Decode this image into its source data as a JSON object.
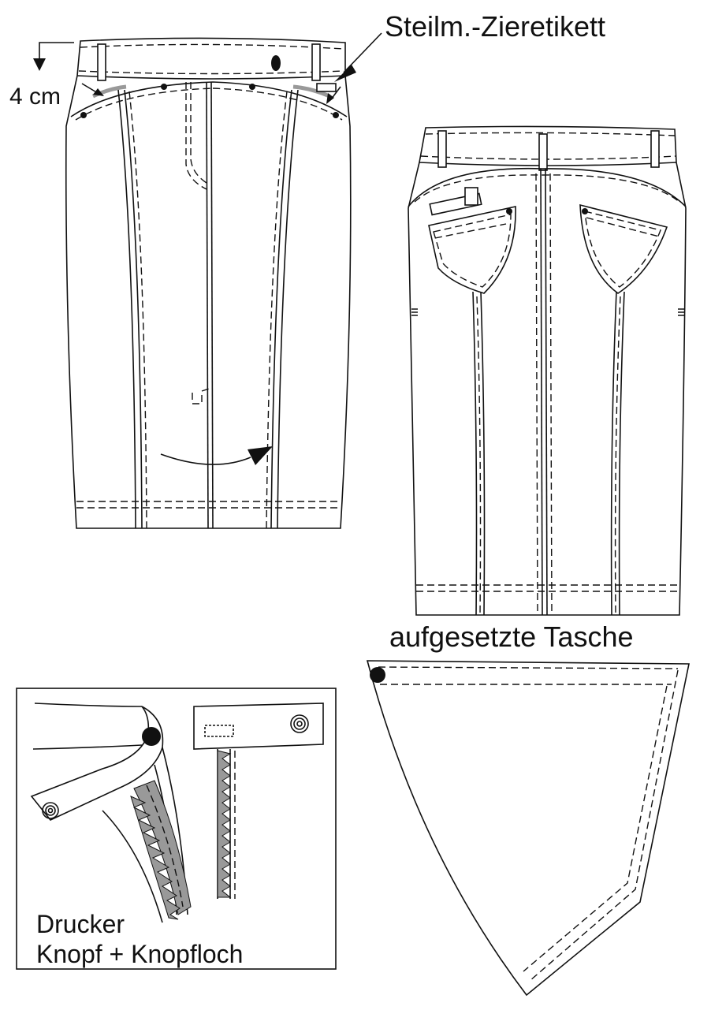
{
  "labels": {
    "decor_label": "Steilm.-Zieretikett",
    "measure": "4 cm",
    "patch_pocket": "aufgesetzte Tasche",
    "closure_line1": "Drucker",
    "closure_line2": "Knopf + Knopfloch"
  },
  "colors": {
    "line": "#111111",
    "fill_gray": "#999999",
    "background": "#ffffff"
  }
}
